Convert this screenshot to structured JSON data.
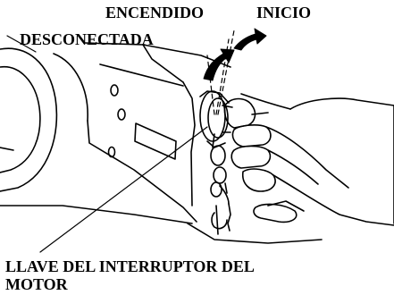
{
  "labels": {
    "encendido": "ENCENDIDO",
    "inicio": "INICIO",
    "desconectada": "DESCONECTADA",
    "llave_line1": "LLAVE DEL INTERRUPTOR DEL",
    "llave_line2": "MOTOR"
  },
  "colors": {
    "ink": "#000000",
    "background": "#ffffff"
  }
}
